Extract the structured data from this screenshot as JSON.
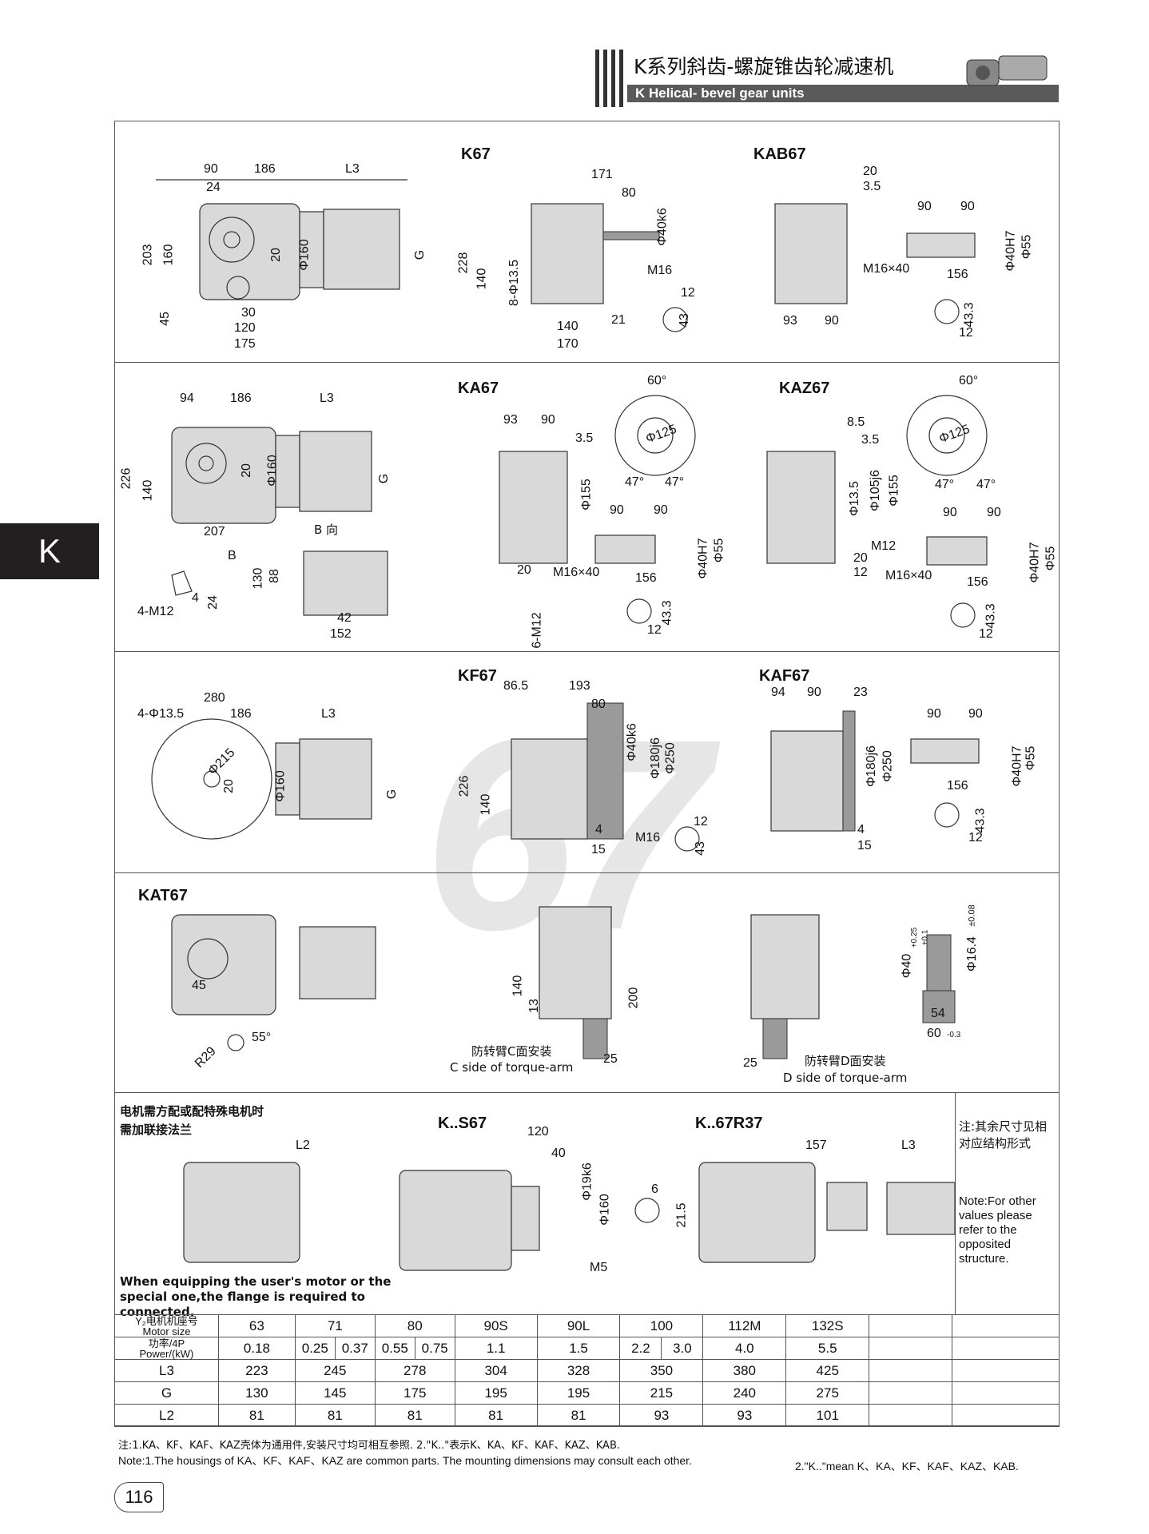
{
  "header": {
    "title_cn": "K系列斜齿-螺旋锥齿轮减速机",
    "title_en": "K Helical- bevel gear units"
  },
  "side_tab": "K",
  "watermark": "67",
  "sections": {
    "k67": {
      "label": "K67",
      "dims": [
        "90",
        "186",
        "L3",
        "24",
        "203",
        "160",
        "20",
        "Φ160",
        "G",
        "45",
        "30",
        "120",
        "175",
        "171",
        "80",
        "Φ40k6",
        "228",
        "140",
        "8-Φ13.5",
        "M16",
        "12",
        "43",
        "140",
        "21",
        "170"
      ]
    },
    "kab67": {
      "label": "KAB67",
      "dims": [
        "20",
        "3.5",
        "90",
        "90",
        "Φ55",
        "Φ40H7",
        "M16×40",
        "156",
        "93",
        "90",
        "43.3",
        "12"
      ]
    },
    "ka67": {
      "label": "KA67",
      "dims": [
        "94",
        "186",
        "L3",
        "226",
        "140",
        "20",
        "Φ160",
        "G",
        "207",
        "B",
        "B 向",
        "130",
        "88",
        "42",
        "152",
        "4-M12",
        "4",
        "24",
        "93",
        "90",
        "3.5",
        "60°",
        "Φ125",
        "47°",
        "47°",
        "Φ155",
        "90",
        "90",
        "Φ55",
        "Φ40H7",
        "M16×40",
        "156",
        "20",
        "6-M12",
        "43.3",
        "12"
      ]
    },
    "kaz67": {
      "label": "KAZ67",
      "dims": [
        "8.5",
        "3.5",
        "60°",
        "Φ125",
        "47°",
        "47°",
        "Φ13.5",
        "Φ105j6",
        "Φ155",
        "M12",
        "20",
        "12",
        "90",
        "90",
        "Φ55",
        "Φ40H7",
        "M16×40",
        "156",
        "43.3",
        "12"
      ]
    },
    "kf67": {
      "label": "KF67",
      "dims": [
        "280",
        "4-Φ13.5",
        "186",
        "L3",
        "Φ215",
        "20",
        "Φ160",
        "G",
        "86.5",
        "193",
        "80",
        "Φ40k6",
        "Φ180j6",
        "Φ250",
        "226",
        "140",
        "4",
        "15",
        "M16",
        "12",
        "43"
      ]
    },
    "kaf67": {
      "label": "KAF67",
      "dims": [
        "94",
        "90",
        "23",
        "Φ180j6",
        "Φ250",
        "4",
        "15",
        "90",
        "90",
        "Φ55",
        "Φ40H7",
        "156",
        "43.3",
        "12"
      ]
    },
    "kat67": {
      "label": "KAT67",
      "dims": [
        "45",
        "R29",
        "55°",
        "140",
        "13",
        "200",
        "25",
        "25",
        "Φ40",
        "+0.25",
        "+0.1",
        "Φ16.4",
        "±0.08",
        "54",
        "60",
        "-0.3"
      ],
      "caption_c_cn": "防转臂C面安装",
      "caption_c_en": "C side of torque-arm",
      "caption_d_cn": "防转臂D面安装",
      "caption_d_en": "D side of torque-arm"
    },
    "ks67": {
      "intro_cn_1": "电机需方配或配特殊电机时",
      "intro_cn_2": "需加联接法兰",
      "label": "K..S67",
      "label2": "K..67R37",
      "dims": [
        "L2",
        "120",
        "40",
        "Φ19k6",
        "Φ160",
        "M5",
        "6",
        "21.5",
        "157",
        "L3"
      ],
      "intro_en": "When equipping the user's motor or the special one,the flange is required to connected.",
      "side_note_cn": "注:其余尺寸见相对应结构形式",
      "side_note_en": "Note:For other values please refer to the opposited structure."
    }
  },
  "table": {
    "row_headers": [
      {
        "cn": "Y₂电机机座号",
        "en": "Motor size"
      },
      {
        "cn": "功率/4P",
        "en": "Power/(kW)"
      },
      {
        "cn": "L3",
        "en": ""
      },
      {
        "cn": "G",
        "en": ""
      },
      {
        "cn": "L2",
        "en": ""
      }
    ],
    "motor_size": [
      "63",
      "71",
      "80",
      "90S",
      "90L",
      "100",
      "112M",
      "132S",
      "",
      ""
    ],
    "power": [
      "0.18",
      "0.25",
      "0.37",
      "0.55",
      "0.75",
      "1.1",
      "1.5",
      "2.2",
      "3.0",
      "4.0",
      "5.5",
      "",
      ""
    ],
    "L3": [
      "223",
      "245",
      "278",
      "304",
      "328",
      "350",
      "380",
      "425",
      "",
      ""
    ],
    "G": [
      "130",
      "145",
      "175",
      "195",
      "195",
      "215",
      "240",
      "275",
      "",
      ""
    ],
    "L2": [
      "81",
      "81",
      "81",
      "81",
      "81",
      "93",
      "93",
      "101",
      "",
      ""
    ]
  },
  "notes": {
    "cn": "注:1.KA、KF、KAF、KAZ壳体为通用件,安装尺寸均可相互参照.    2.\"K..\"表示K、KA、KF、KAF、KAZ、KAB.",
    "en": "Note:1.The housings of KA、KF、KAF、KAZ are common parts. The mounting dimensions may consult each other.",
    "en2": "2.\"K..\"mean K、KA、KF、KAF、KAZ、KAB."
  },
  "page_number": "116"
}
